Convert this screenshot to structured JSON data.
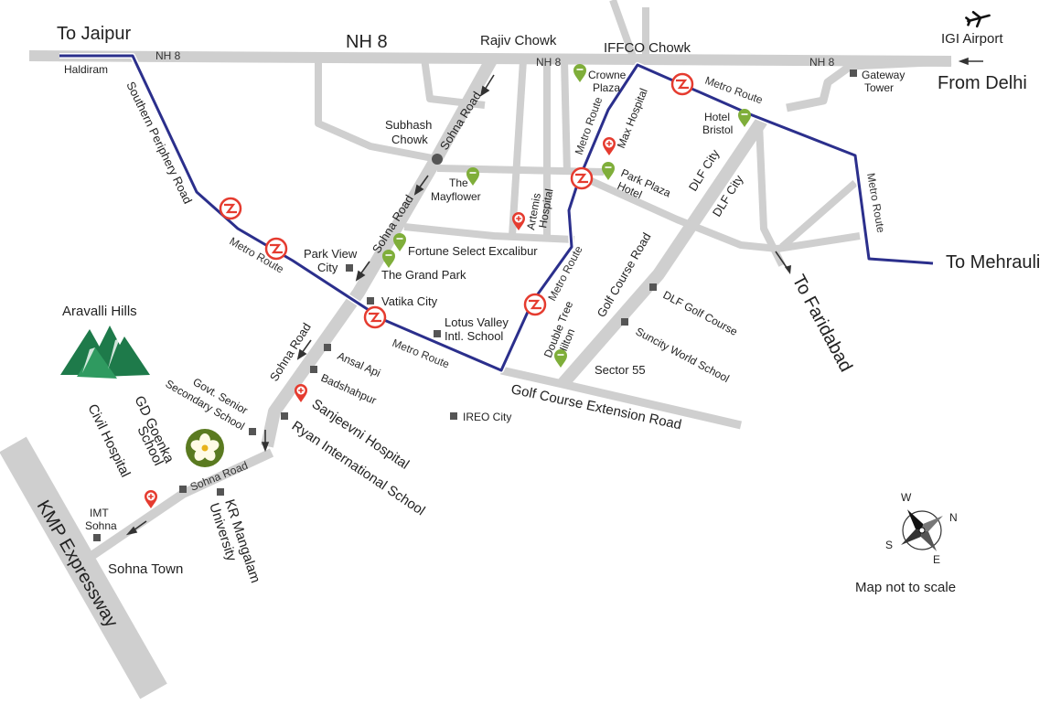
{
  "destinations": {
    "jaipur": "To Jaipur",
    "delhi": "From Delhi",
    "mehrauli": "To Mehrauli",
    "faridabad": "To Faridabad",
    "airport": "IGI Airport"
  },
  "roads": {
    "nh8_main": "NH 8",
    "nh8_small": "NH 8",
    "sohna_road": "Sohna Road",
    "southern_periphery": "Southern Periphery Road",
    "metro_route": "Metro Route",
    "golf_course_road": "Golf Course Road",
    "golf_course_ext": "Golf Course Extension Road",
    "dlf_city": "DLF City",
    "kmp": "KMP Expressway"
  },
  "junctions": {
    "rajiv_chowk": "Rajiv Chowk",
    "iffco_chowk": "IFFCO Chowk",
    "subhash_line1": "Subhash",
    "subhash_line2": "Chowk"
  },
  "places": {
    "haldiram": "Haldiram",
    "crowne_1": "Crowne",
    "crowne_2": "Plaza",
    "gateway_1": "Gateway",
    "gateway_2": "Tower",
    "hotel_bristol_1": "Hotel",
    "hotel_bristol_2": "Bristol",
    "max_hospital": "Max Hospital",
    "park_plaza_1": "Park Plaza",
    "park_plaza_2": "Hotel",
    "mayflower_1": "The",
    "mayflower_2": "Mayflower",
    "artemis_1": "Artemis",
    "artemis_2": "Hospital",
    "fortune": "Fortune Select Excalibur",
    "grand_park": "The Grand Park",
    "park_view_1": "Park View",
    "park_view_2": "City",
    "vatika_city": "Vatika City",
    "lotus_valley_1": "Lotus Valley",
    "lotus_valley_2": "Intl. School",
    "double_tree_1": "Double Tree",
    "double_tree_2": "Hilton",
    "dlf_golf": "DLF Golf Course",
    "suncity": "Suncity World School",
    "sector55": "Sector 55",
    "ansal_api": "Ansal Api",
    "badshahpur": "Badshahpur",
    "sanjeevni": "Sanjeevni Hospital",
    "ryan": "Ryan International School",
    "ireo": "IREO City",
    "govt_school_1": "Govt. Senior",
    "govt_school_2": "Secondary School",
    "gd_goenka_1": "GD Goenka",
    "gd_goenka_2": "School",
    "civil_hospital": "Civil Hospital",
    "imt_1": "IMT",
    "imt_2": "Sohna",
    "sohna_town": "Sohna Town",
    "kr_mangalam_1": "KR Mangalam",
    "kr_mangalam_2": "University",
    "aravalli": "Aravalli Hills"
  },
  "compass": {
    "n": "N",
    "e": "E",
    "s": "S",
    "w": "W"
  },
  "note": "Map not to scale",
  "colors": {
    "road": "#cfcfcf",
    "metro": "#2b2f8c",
    "metro_symbol": "#e53b2f",
    "hospital": "#e53b2f",
    "hotel_pin": "#7fae3a",
    "hills": "#1e7a4a",
    "flower": "#5a7a20",
    "marker": "#555555"
  },
  "icons": {
    "airport": "airplane-icon",
    "metro": "metro-station-icon",
    "hospital": "hospital-pin-icon",
    "hotel": "hotel-pin-icon",
    "place": "square-marker-icon",
    "hills": "mountain-icon",
    "flower": "flower-logo-icon",
    "compass": "compass-icon"
  }
}
